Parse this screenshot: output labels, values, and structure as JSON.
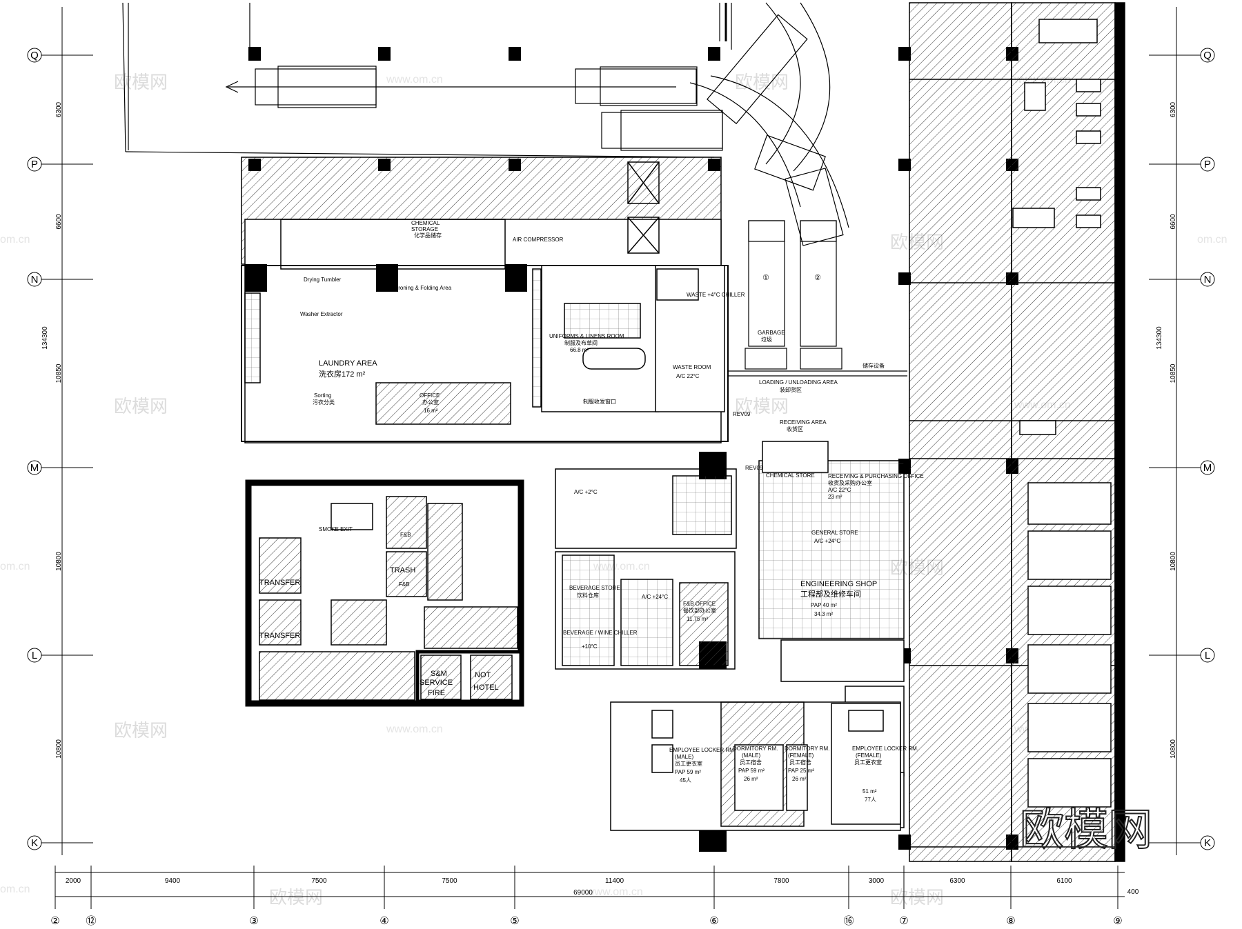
{
  "grid": {
    "column_labels": [
      "②",
      "⑫",
      "③",
      "④",
      "⑤",
      "⑥",
      "⑯",
      "⑦",
      "⑧",
      "⑨"
    ],
    "row_labels": [
      "Q",
      "P",
      "N",
      "M",
      "L",
      "K"
    ]
  },
  "dimensions": {
    "bottom_segments": [
      "2000",
      "9400",
      "7500",
      "7500",
      "11400",
      "7800",
      "3000",
      "6300",
      "6100"
    ],
    "bottom_total": "69000",
    "bottom_extra": "400",
    "left_segments": [
      "6300",
      "6600",
      "10850",
      "10800",
      "10800"
    ],
    "left_total": "134300",
    "right_segments": [
      "6300",
      "6600",
      "10850",
      "10800",
      "10800"
    ],
    "right_total": "134300"
  },
  "rooms": {
    "laundry_en": "LAUNDRY AREA",
    "laundry_cn": "洗衣房172 m²",
    "chemical_storage_en": "CHEMICAL",
    "chemical_storage_en2": "STORAGE",
    "chemical_storage_cn": "化学品储存",
    "air_compressor": "AIR COMPRESSOR",
    "drying_tumbler": "Drying Tumbler",
    "ironing_folding": "Ironing & Folding Area",
    "washer_extractor": "Washer Extractor",
    "sorting_en": "Sorting",
    "sorting_cn": "污衣分类",
    "office_en": "OFFICE",
    "office_cn": "办公室",
    "office_area": "16 m²",
    "uniform_room_en": "UNIFORMS & LINENS ROOM",
    "uniform_room_cn": "制服及布草间",
    "uniform_area": "66.8 m²",
    "uniform_counter": "制服收发窗口",
    "waste_chiller": "WASTE +4°C CHILLER",
    "waste_room": "WASTE ROOM",
    "waste_ac": "A/C 22°C",
    "garbage_en": "GARBAGE",
    "garbage_cn": "垃圾",
    "truck_1": "①",
    "truck_2": "②",
    "loading_en": "LOADING / UNLOADING AREA",
    "loading_cn": "装卸货区",
    "storage_equipment": "储存设备",
    "receiving_area_en": "RECEIVING AREA",
    "receiving_area_cn": "收货区",
    "revo_1": "REV09",
    "revo_2": "REV09",
    "chemical_store": "CHEMICAL STORE",
    "receiving_office_en": "RECEIVING & PURCHASING OFFICE",
    "receiving_office_cn": "收货及采购办公室",
    "receiving_office_ac": "A/C 22°C",
    "receiving_office_area": "23 m²",
    "general_store": "GENERAL STORE",
    "general_store_ac": "A/C +24°C",
    "engineering_en": "ENGINEERING SHOP",
    "engineering_cn": "工程部及维修车间",
    "engineering_pap": "PAP 40 m²",
    "engineering_area": "34.3 m²",
    "beverage_store": "BEVERAGE STORE",
    "beverage_cn": "饮料仓库",
    "wine_chiller": "BEVERAGE / WINE CHILLER",
    "wine_temp": "+10°C",
    "fb_office_en": "F&B OFFICE",
    "fb_office_cn": "餐饮部办公室",
    "fb_office_area": "11.75 m²",
    "dry_store_ac": "A/C +24°C",
    "cold_store_ac": "A/C +2°C",
    "fb_lift_1": "F&B",
    "trash_lift": "TRASH",
    "fb_lift_2": "F&B",
    "transfer_1": "TRANSFER",
    "transfer_2": "TRANSFER",
    "smoke_exit": "SMOKE EXIT",
    "service_lift": "SERVICE",
    "fire_lift": "FIRE",
    "sm_label": "S&M",
    "not_hotel_1": "NOT",
    "not_hotel_2": "HOTEL",
    "locker_male_en": "EMPLOYEE LOCKER RM.",
    "locker_male_sub": "(MALE)",
    "locker_male_cn": "员工更衣室",
    "locker_male_pap": "PAP 59 m²",
    "locker_male_people": "45人",
    "dorm_male_en": "DORMITORY RM.",
    "dorm_male_sub": "(MALE)",
    "dorm_male_cn": "员工宿舍",
    "dorm_male_pap": "PAP 59 m²",
    "dorm_male_area": "26 m²",
    "dorm_female_en": "DORMITORY RM.",
    "dorm_female_sub": "(FEMALE)",
    "dorm_female_cn": "员工宿舍",
    "dorm_female_pap": "PAP 25 m²",
    "dorm_female_area": "26 m²",
    "locker_female_en": "EMPLOYEE LOCKER RM.",
    "locker_female_sub": "(FEMALE)",
    "locker_female_cn": "员工更衣室",
    "locker_female_area": "51 m²",
    "locker_female_people": "77人"
  },
  "watermark": {
    "brand": "欧模网",
    "url": "www.om.cn",
    "url_short": "om.cn"
  }
}
